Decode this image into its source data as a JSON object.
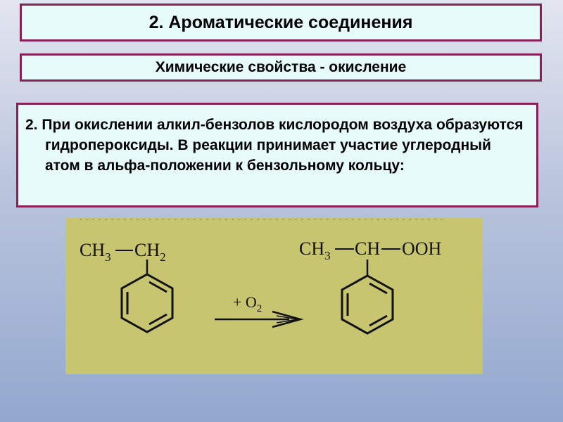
{
  "slide": {
    "title": "2. Ароматические соединения",
    "subtitle": "Химические свойства - окисление",
    "paragraph": "2. При окислении алкил-бензолов кислородом воздуха образуются гидропероксиды. В реакции принимает участие углеродный атом в  альфа-положении к бензольному кольцу:"
  },
  "reaction": {
    "reactant": {
      "ch3": "CH",
      "ch3_sub": "3",
      "ch2": "CH",
      "ch2_sub": "2"
    },
    "reagent": {
      "text": "+ O",
      "sub": "2"
    },
    "product": {
      "ch3": "CH",
      "ch3_sub": "3",
      "ch": "CH",
      "ooh": "OOH"
    }
  },
  "colors": {
    "box_border": "#8a2058",
    "box_fill": "#e6fbfa",
    "panel_fill": "#c8c570"
  }
}
